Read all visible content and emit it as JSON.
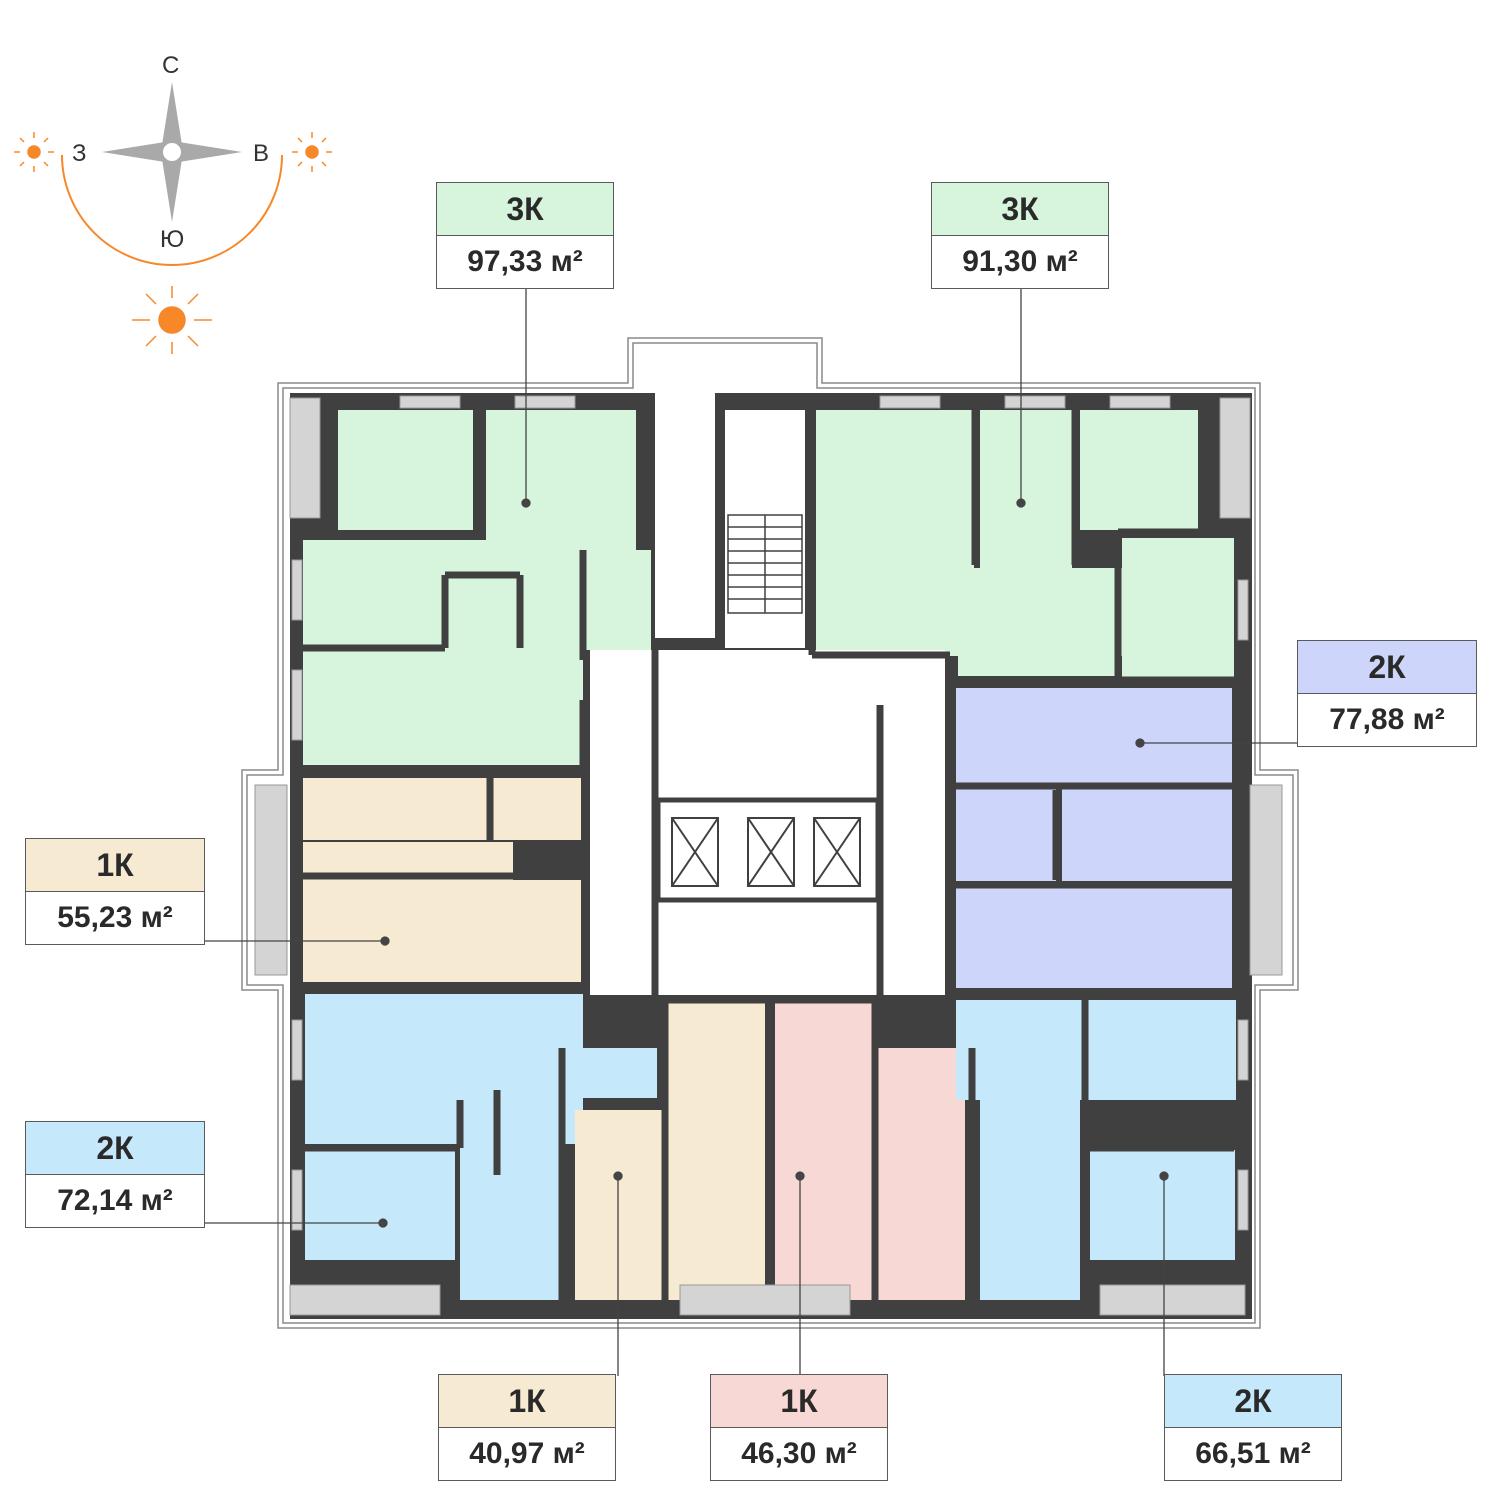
{
  "compass": {
    "north": "С",
    "south": "Ю",
    "west": "З",
    "east": "В"
  },
  "colors": {
    "green": "#d7f5dc",
    "beige": "#f6ead2",
    "violet": "#cdd6fa",
    "sky": "#c6e8fb",
    "pink": "#f8d8d4",
    "wall": "#404040",
    "sun": "#f7882a"
  },
  "apartments": [
    {
      "id": "3k-nw",
      "type": "3К",
      "area": "97,33 м²",
      "color": "#d7f5dc"
    },
    {
      "id": "3k-ne",
      "type": "3К",
      "area": "91,30 м²",
      "color": "#d7f5dc"
    },
    {
      "id": "2k-e",
      "type": "2К",
      "area": "77,88 м²",
      "color": "#cdd6fa"
    },
    {
      "id": "1k-w",
      "type": "1К",
      "area": "55,23 м²",
      "color": "#f6ead2"
    },
    {
      "id": "2k-sw",
      "type": "2К",
      "area": "72,14 м²",
      "color": "#c6e8fb"
    },
    {
      "id": "1k-s1",
      "type": "1К",
      "area": "40,97 м²",
      "color": "#f6ead2"
    },
    {
      "id": "1k-s2",
      "type": "1К",
      "area": "46,30 м²",
      "color": "#f8d8d4"
    },
    {
      "id": "2k-se",
      "type": "2К",
      "area": "66,51 м²",
      "color": "#c6e8fb"
    }
  ]
}
